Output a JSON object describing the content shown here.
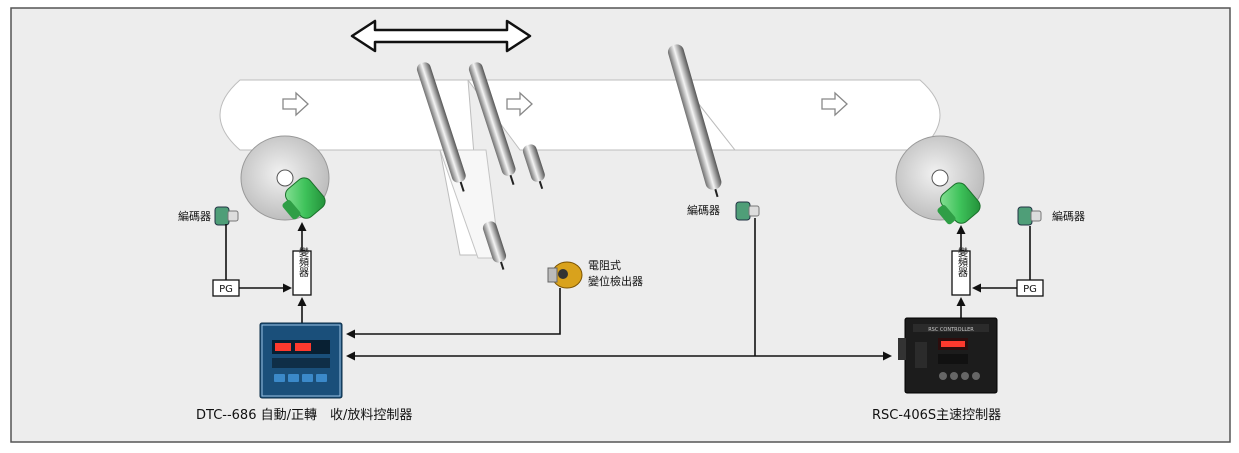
{
  "labels": {
    "encoder_left": "編碼器",
    "encoder_mid": "編碼器",
    "encoder_right": "編碼器",
    "inverter_left": "變頻器",
    "inverter_right": "變頻器",
    "pg_left": "PG",
    "pg_right": "PG",
    "sensor_line1": "電阻式",
    "sensor_line2": "變位檢出器",
    "controller_left_caption": "DTC--686 自動/正轉　收/放料控制器",
    "controller_right_caption": "RSC-406S主速控制器",
    "controller_right_panel": "RSC CONTROLLER"
  },
  "colors": {
    "background": "#ededed",
    "web": "#ffffff",
    "motor": "#3ec25a",
    "controller_left": "#1a4f7a",
    "controller_right": "#1c1c1c",
    "line": "#111111",
    "sensor": "#d9a21c"
  }
}
